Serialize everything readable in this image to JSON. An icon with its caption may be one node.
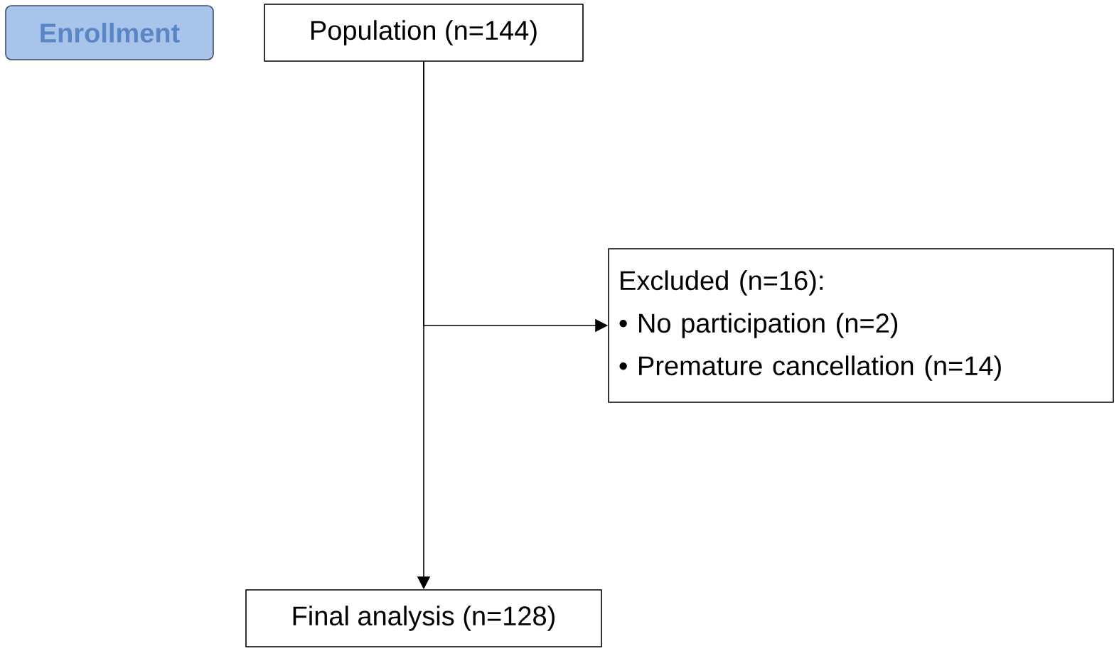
{
  "diagram": {
    "nodes": [
      {
        "text": [
          "Enrollment"
        ]
      },
      {
        "text": [
          "Population (n=144)"
        ]
      },
      {
        "text": [
          "Excluded (n=16):",
          "• No participation (n=2)",
          "• Premature cancellation (n=14)"
        ]
      },
      {
        "text": [
          "Final analysis (n=128)"
        ]
      }
    ],
    "edges": [
      {
        "from": 1,
        "to": 3,
        "arrow": "to"
      },
      {
        "from": 1,
        "to": 2,
        "arrow": "to"
      }
    ]
  }
}
